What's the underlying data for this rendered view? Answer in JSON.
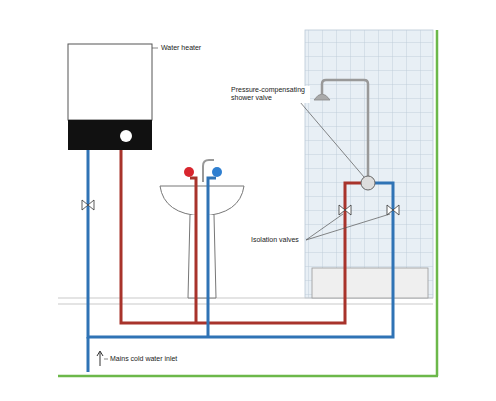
{
  "diagram": {
    "labels": [
      "Water heater",
      "Pressure-compensating shower valve",
      "Isolation valves",
      "Mains cold water inlet"
    ]
  }
}
